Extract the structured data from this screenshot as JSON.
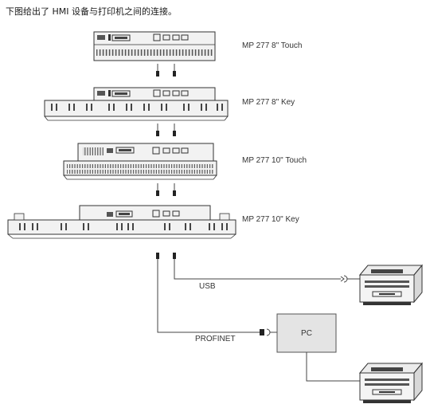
{
  "intro_text": "下图给出了 HMI 设备与打印机之间的连接。",
  "devices": [
    {
      "label": "MP 277 8\" Touch",
      "image": "mp277-8-touch-device"
    },
    {
      "label": "MP 277 8\" Key",
      "image": "mp277-8-key-device"
    },
    {
      "label": "MP 277 10\" Touch",
      "image": "mp277-10-touch-device"
    },
    {
      "label": "MP 277 10\" Key",
      "image": "mp277-10-key-device"
    }
  ],
  "connections": {
    "usb_label": "USB",
    "profinet_label": "PROFINET"
  },
  "pc_label": "PC",
  "colors": {
    "line": "#444444",
    "pc_fill": "#e4e4e4",
    "device_body": "#f2f2f2"
  }
}
